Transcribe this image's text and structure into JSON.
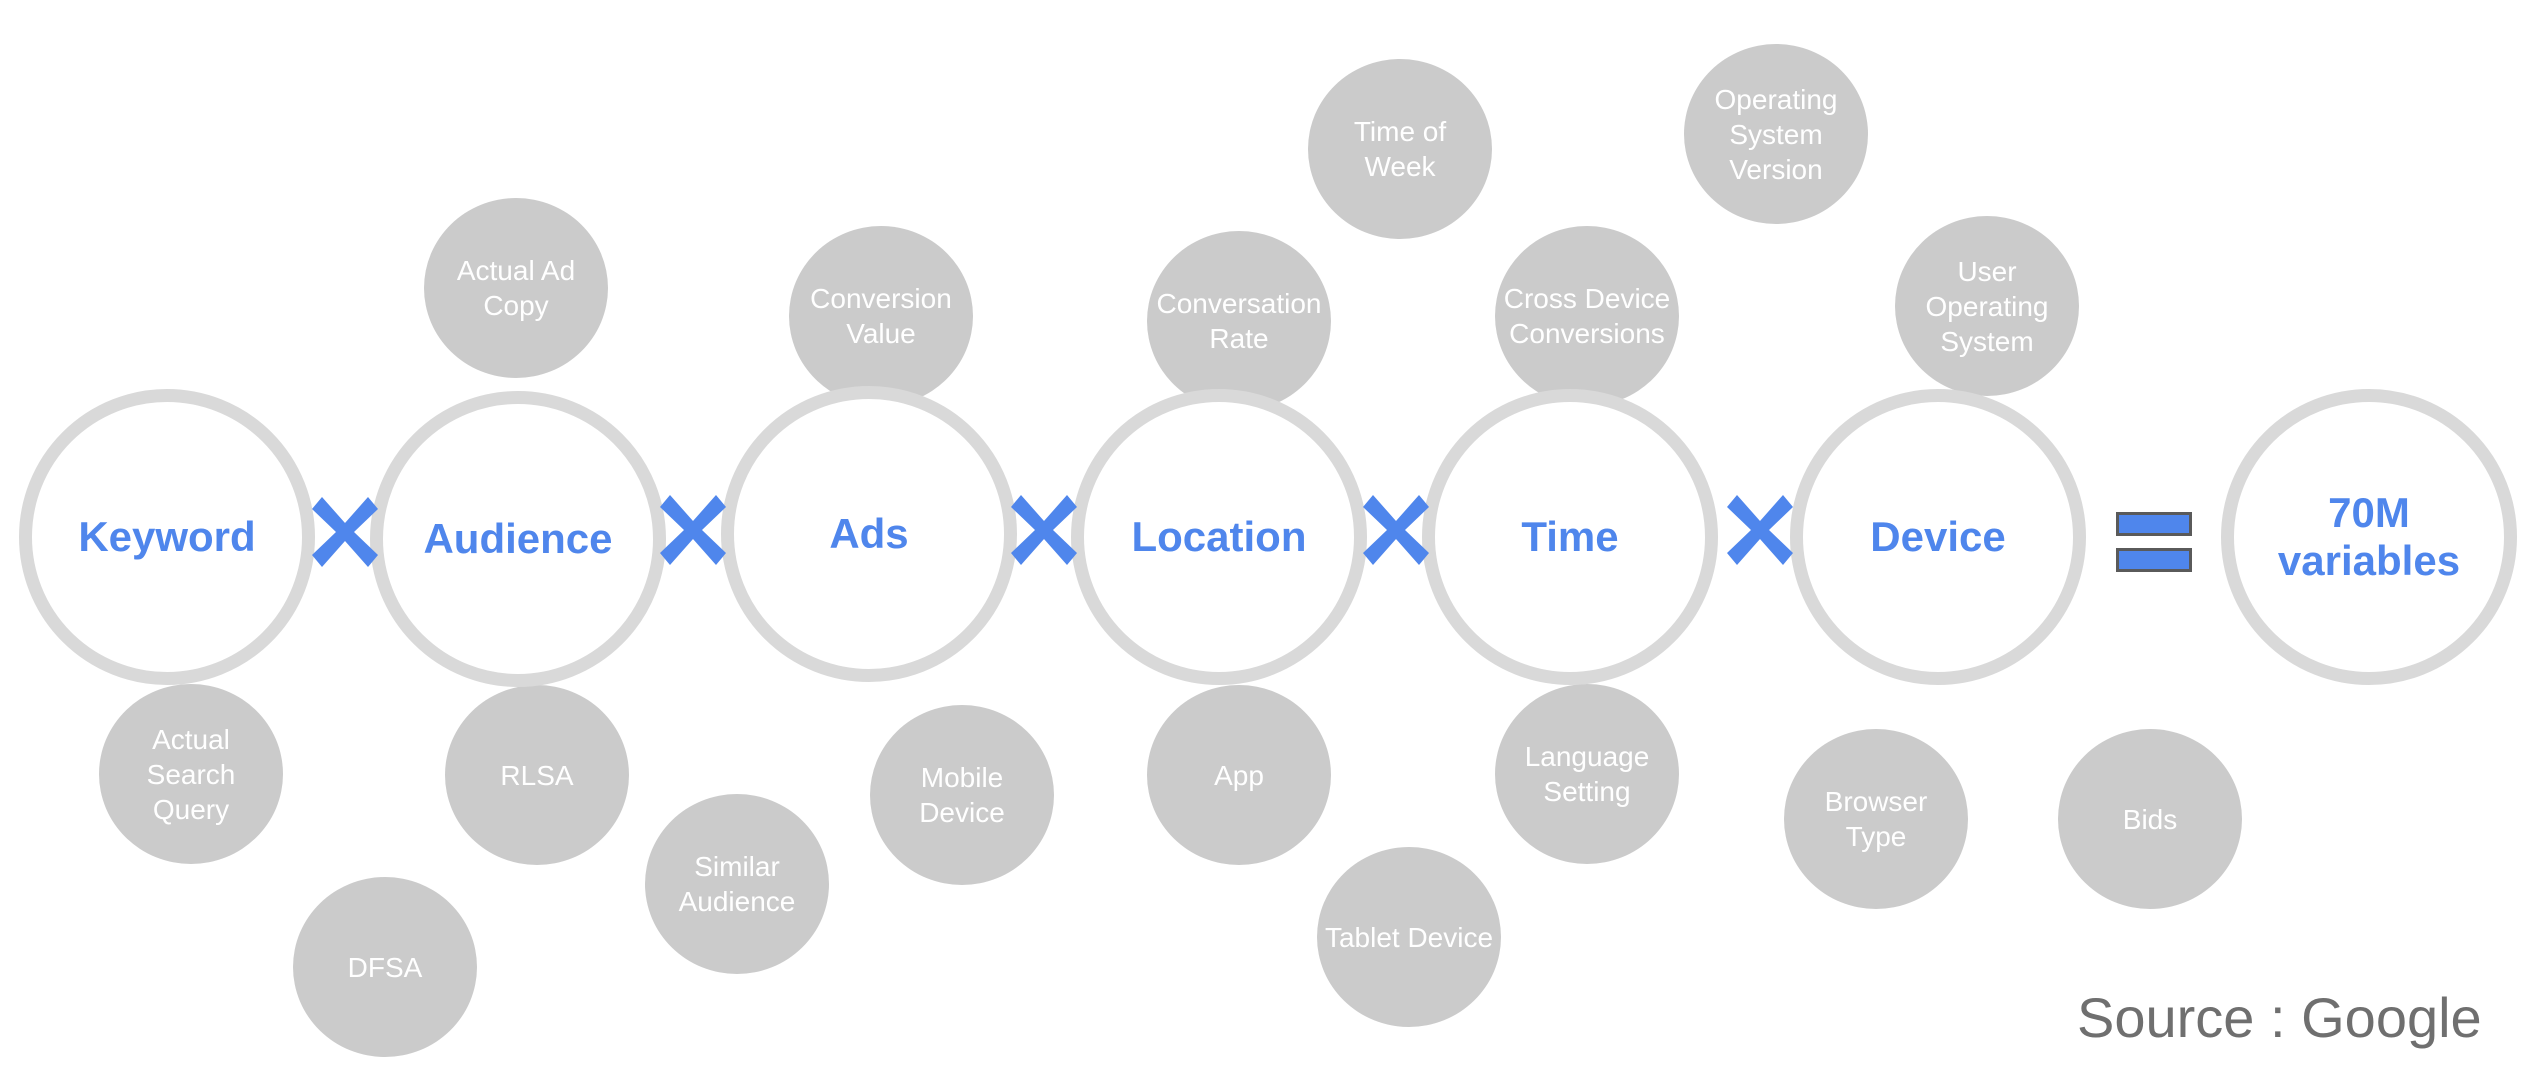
{
  "main_factors": [
    "Keyword",
    "Audience",
    "Ads",
    "Location",
    "Time",
    "Device"
  ],
  "result": {
    "line1": "70M",
    "line2": "variables"
  },
  "operators": {
    "multiply": "times-icon",
    "equals": "equals-icon"
  },
  "sub_variables": {
    "actual_search_query": "Actual Search Query",
    "dfsa": "DFSA",
    "actual_ad_copy": "Actual Ad Copy",
    "rlsa": "RLSA",
    "similar_audience": "Similar Audience",
    "conversion_value": "Conversion Value",
    "mobile_device": "Mobile Device",
    "conversation_rate": "Conversation Rate",
    "app": "App",
    "time_of_week": "Time of Week",
    "tablet_device": "Tablet Device",
    "cross_device_conversions": "Cross Device Conversions",
    "language_setting": "Language Setting",
    "operating_system_version": "Operating System Version",
    "user_operating_system": "User Operating System",
    "browser_type": "Browser Type",
    "bids": "Bids"
  },
  "source": "Source : Google",
  "colors": {
    "accent": "#4f86ec",
    "ring": "#d9d9d9",
    "bubble": "#cbcbcb",
    "source_text": "#6f6f6f"
  }
}
